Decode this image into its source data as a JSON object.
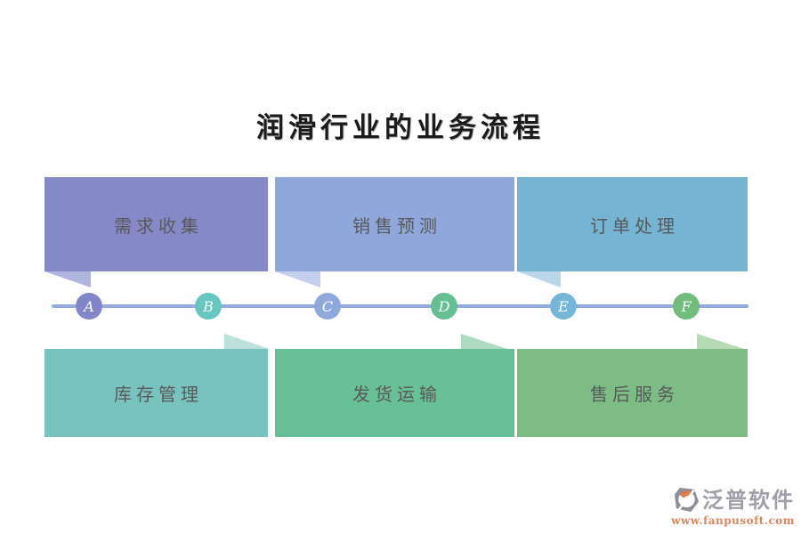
{
  "title": "润滑行业的业务流程",
  "timeline": {
    "line_color": "#95AADF",
    "nodes": [
      {
        "letter": "A",
        "color": "#8286C9"
      },
      {
        "letter": "B",
        "color": "#68C6C0"
      },
      {
        "letter": "C",
        "color": "#8FA8DC"
      },
      {
        "letter": "D",
        "color": "#64BF93"
      },
      {
        "letter": "E",
        "color": "#75B6D9"
      },
      {
        "letter": "F",
        "color": "#6FBC7D"
      }
    ]
  },
  "stages": {
    "top": [
      {
        "label": "需求收集",
        "color": "#8589C8",
        "tail_color": "#AFB5DF"
      },
      {
        "label": "销售预测",
        "color": "#8FA7DB",
        "tail_color": "#C3CFEC"
      },
      {
        "label": "订单处理",
        "color": "#76B4D4",
        "tail_color": "#B9D7E9"
      }
    ],
    "bottom": [
      {
        "label": "库存管理",
        "color": "#79C3BE",
        "tail_color": "#BCE0DC"
      },
      {
        "label": "发货运输",
        "color": "#68C096",
        "tail_color": "#AEDBC2"
      },
      {
        "label": "售后服务",
        "color": "#7DBD85",
        "tail_color": "#B6DAB4"
      }
    ]
  },
  "label_color": "#595959",
  "title_color": "#1B1B1B",
  "watermark": {
    "brand": "泛普软件",
    "url": "www.fanpusoft.com",
    "brand_color": "#9FA0A8",
    "url_color": "#D9875F",
    "icon_gray": "#8F8F99",
    "icon_orange": "#DB7B4F"
  }
}
